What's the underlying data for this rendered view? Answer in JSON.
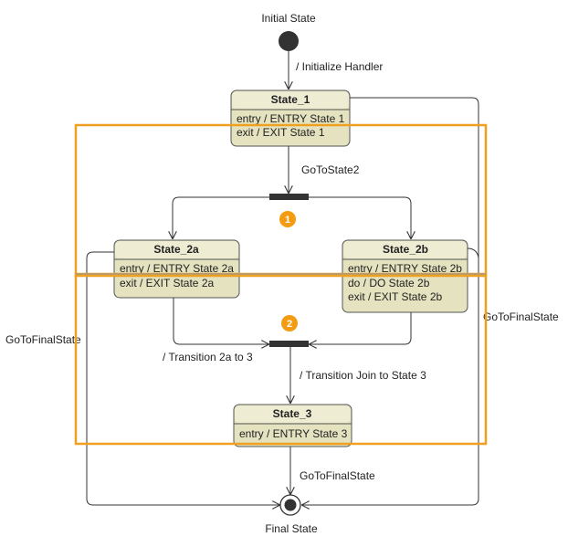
{
  "colors": {
    "state_fill": "#e4e2bf",
    "state_header_fill": "#eeecd2",
    "highlight": "#f0a020",
    "badge": "#f39c12",
    "bar": "#333333"
  },
  "labels": {
    "initial_state": "Initial State",
    "final_state": "Final State",
    "init_transition": "/ Initialize Handler",
    "goto_state2": "GoToState2",
    "transition_2a_to_3": "/ Transition 2a to 3",
    "transition_join": "/ Transition Join to State 3",
    "goto_final_left": "GoToFinalState",
    "goto_final_right": "GoToFinalState",
    "goto_final_bottom": "GoToFinalState"
  },
  "states": {
    "state1": {
      "name": "State_1",
      "actions": [
        "entry / ENTRY State 1",
        "exit / EXIT State 1"
      ]
    },
    "state2a": {
      "name": "State_2a",
      "actions": [
        "entry / ENTRY State 2a",
        "exit / EXIT State 2a"
      ]
    },
    "state2b": {
      "name": "State_2b",
      "actions": [
        "entry / ENTRY State 2b",
        "do / DO State 2b",
        "exit / EXIT State 2b"
      ]
    },
    "state3": {
      "name": "State_3",
      "actions": [
        "entry / ENTRY State 3"
      ]
    }
  },
  "badges": [
    "1",
    "2"
  ]
}
